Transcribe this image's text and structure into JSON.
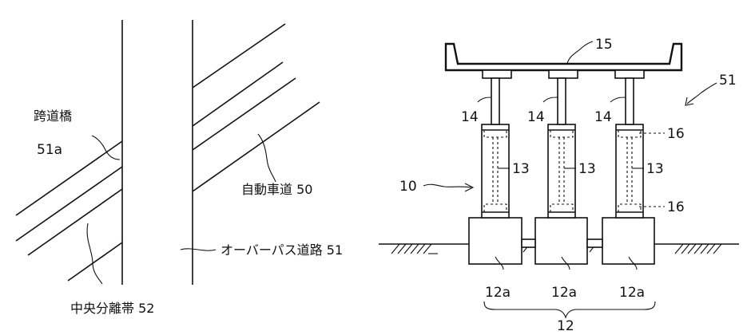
{
  "labels": {
    "bridge_jp": "跨道橋",
    "bridge_code": "51a",
    "median": "中央分離帯 52",
    "expressway": "自動車道 50",
    "overpass": "オーバーパス道路 51",
    "ref_51": "51",
    "ref_15": "15",
    "ref_14": "14",
    "ref_13": "13",
    "ref_16": "16",
    "ref_10": "10",
    "ref_12a": "12a",
    "ref_12": "12"
  }
}
